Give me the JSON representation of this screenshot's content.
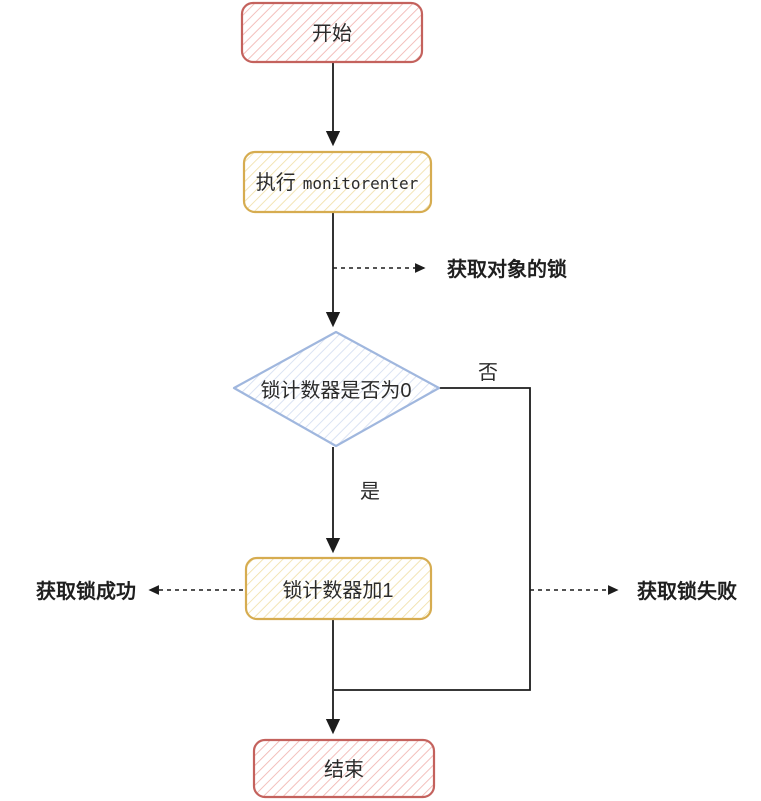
{
  "diagram": {
    "type": "flowchart",
    "topic": "monitorenter lock acquisition flow"
  },
  "colors": {
    "red_border": "#c4625d",
    "red_hachure": "#f1b5b1",
    "yellow_border": "#d6ac50",
    "yellow_hachure": "#f1e0a9",
    "blue_border": "#a0b7de",
    "blue_hachure": "#d4def2",
    "connector": "#1c1c1c",
    "text": "#2b2b2b"
  },
  "nodes": {
    "start": {
      "label": "开始",
      "shape": "rounded-rectangle",
      "color": "red"
    },
    "execute": {
      "label_cn": "执行",
      "label_code": "monitorenter",
      "shape": "rounded-rectangle",
      "color": "yellow"
    },
    "decision": {
      "label": "锁计数器是否为0",
      "shape": "diamond",
      "color": "blue"
    },
    "increment": {
      "label": "锁计数器加1",
      "shape": "rounded-rectangle",
      "color": "yellow"
    },
    "end": {
      "label": "结束",
      "shape": "rounded-rectangle",
      "color": "red"
    }
  },
  "edges": {
    "yes_label": "是",
    "no_label": "否"
  },
  "annotations": {
    "acquire_object_lock": "获取对象的锁",
    "lock_success": "获取锁成功",
    "lock_fail": "获取锁失败"
  }
}
